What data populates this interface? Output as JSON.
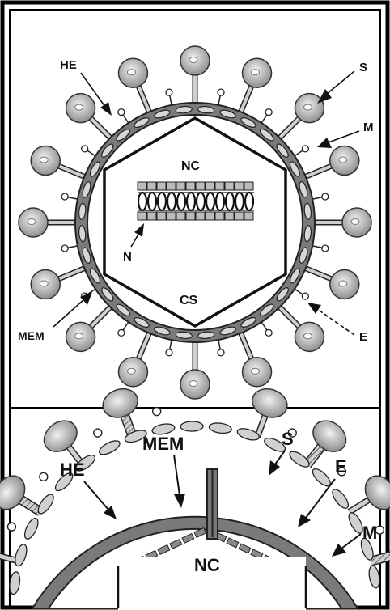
{
  "top_panel": {
    "labels": {
      "he": "HE",
      "s": "S",
      "m": "M",
      "nc": "NC",
      "n": "N",
      "cs": "CS",
      "mem": "MEM",
      "e": "E"
    }
  },
  "bottom_panel": {
    "labels": {
      "mem": "MEM",
      "s": "S",
      "he": "HE",
      "e": "E",
      "m": "M",
      "nc": "NC"
    }
  },
  "colors": {
    "envelope": "#7a7a7a",
    "spike": "#bdbdbd",
    "outline": "#222222",
    "capsid": "#ffffff"
  }
}
